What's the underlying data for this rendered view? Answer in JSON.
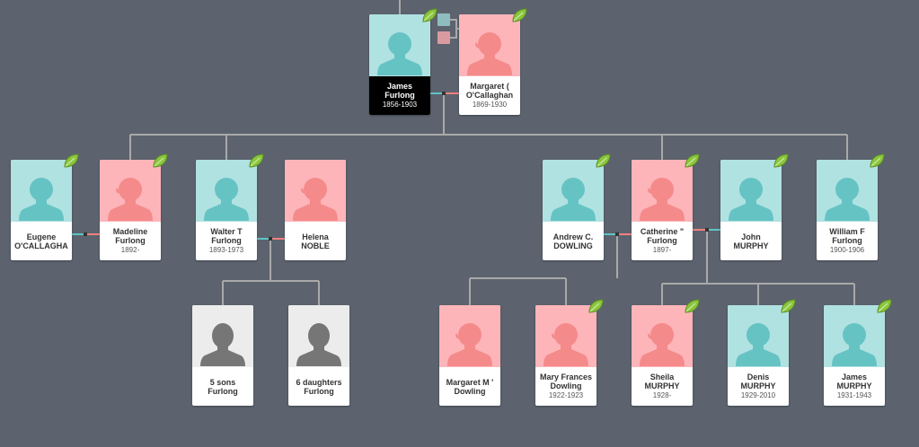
{
  "colors": {
    "background": "#5c636e",
    "male": "#b0e2e2",
    "female": "#fdb5ba",
    "unknown": "#ececec",
    "selected": "#000000"
  },
  "people": [
    {
      "id": "james",
      "name1": "James",
      "name2": "Furlong",
      "dates": "1856-1903",
      "gender": "male",
      "leaf": true,
      "selected": true
    },
    {
      "id": "margaret",
      "name1": "Margaret (",
      "name2": "O'Callaghan",
      "dates": "1869-1930",
      "gender": "female",
      "leaf": true
    },
    {
      "id": "eugene",
      "name1": "Eugene",
      "name2": "O'CALLAGHA",
      "dates": "",
      "gender": "male",
      "leaf": true
    },
    {
      "id": "madeline",
      "name1": "Madeline",
      "name2": "Furlong",
      "dates": "1892-",
      "gender": "female",
      "leaf": true
    },
    {
      "id": "walter",
      "name1": "Walter T",
      "name2": "Furlong",
      "dates": "1893-1973",
      "gender": "male",
      "leaf": true
    },
    {
      "id": "helena",
      "name1": "Helena",
      "name2": "NOBLE",
      "dates": "",
      "gender": "female",
      "leaf": false
    },
    {
      "id": "andrew",
      "name1": "Andrew C.",
      "name2": "DOWLING",
      "dates": "",
      "gender": "male",
      "leaf": true
    },
    {
      "id": "catherine",
      "name1": "Catherine \"",
      "name2": "Furlong",
      "dates": "1897-",
      "gender": "female",
      "leaf": true
    },
    {
      "id": "john",
      "name1": "John",
      "name2": "MURPHY",
      "dates": "",
      "gender": "male",
      "leaf": true
    },
    {
      "id": "william",
      "name1": "William F",
      "name2": "Furlong",
      "dates": "1900-1906",
      "gender": "male",
      "leaf": true
    },
    {
      "id": "sons",
      "name1": "5 sons",
      "name2": "Furlong",
      "dates": "",
      "gender": "unknown",
      "leaf": false
    },
    {
      "id": "daughters",
      "name1": "6 daughters",
      "name2": "Furlong",
      "dates": "",
      "gender": "unknown",
      "leaf": false
    },
    {
      "id": "margaretm",
      "name1": "Margaret M '",
      "name2": "Dowling",
      "dates": "",
      "gender": "female",
      "leaf": false
    },
    {
      "id": "maryfrances",
      "name1": "Mary Frances",
      "name2": "Dowling",
      "dates": "1922-1923",
      "gender": "female",
      "leaf": true
    },
    {
      "id": "sheila",
      "name1": "Sheila",
      "name2": "MURPHY",
      "dates": "1928-",
      "gender": "female",
      "leaf": true
    },
    {
      "id": "denis",
      "name1": "Denis",
      "name2": "MURPHY",
      "dates": "1929-2010",
      "gender": "male",
      "leaf": true
    },
    {
      "id": "jamesm",
      "name1": "James",
      "name2": "MURPHY",
      "dates": "1931-1943",
      "gender": "male",
      "leaf": true
    }
  ]
}
